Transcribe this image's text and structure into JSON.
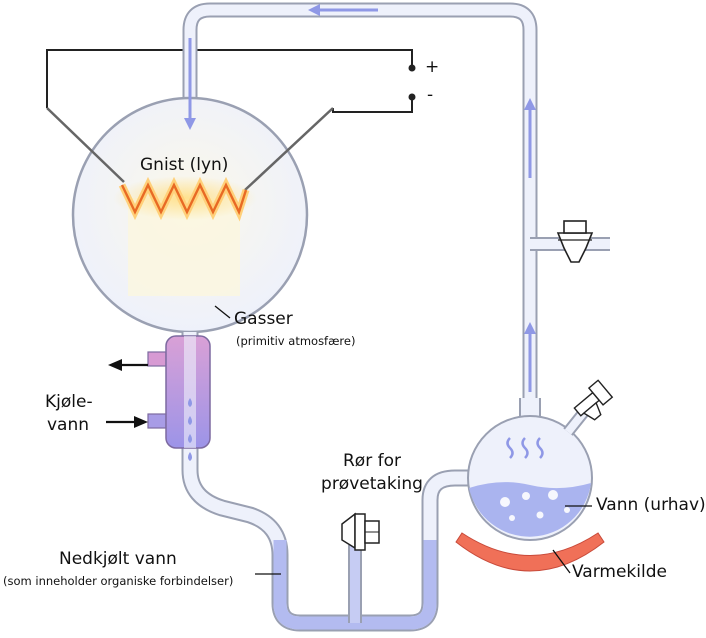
{
  "labels": {
    "spark": "Gnist (lyn)",
    "gases": "Gasser",
    "gases_sub": "(primitiv atmosfære)",
    "cooling_line1": "Kjøle-",
    "cooling_line2": "vann",
    "sample_line1": "Rør for",
    "sample_line2": "prøvetaking",
    "cooled_water": "Nedkjølt vann",
    "cooled_water_sub": "(som inneholder organiske forbindelser)",
    "water": "Vann (urhav)",
    "heat_source": "Varmekilde",
    "plus": "+",
    "minus": "-"
  },
  "colors": {
    "tube_fill": "#eef1fb",
    "tube_outline": "#9aa0b2",
    "water": "#aab4ef",
    "flow_arrow": "#8f98e6",
    "spark": "#e86a24",
    "spark_glow": "#ffd27a",
    "heat": "#f07058",
    "condenser_top": "#d79ad3",
    "condenser_bottom": "#9f93e6"
  }
}
